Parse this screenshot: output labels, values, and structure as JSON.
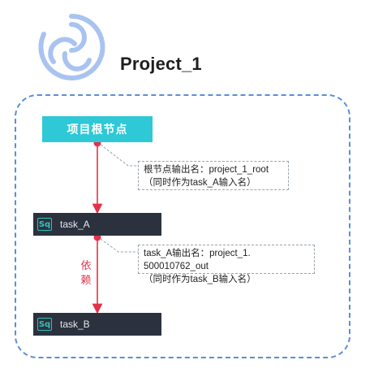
{
  "project": {
    "title": "Project_1"
  },
  "root_node": {
    "label": "项目根节点"
  },
  "tasks": [
    {
      "badge": "Sq",
      "label": "task_A"
    },
    {
      "badge": "Sq",
      "label": "task_B"
    }
  ],
  "notes": [
    {
      "line1": "根节点输出名：project_1_root",
      "line2": "（同时作为task_A输入名）"
    },
    {
      "line1": "task_A输出名：project_1. 500010762_out",
      "line2": "（同时作为task_B输入名）"
    }
  ],
  "dependency": {
    "char1": "依",
    "char2": "赖"
  },
  "icons": {
    "logo": "swirl-logo-icon",
    "task_badge": "sql-icon",
    "arrow": "arrow-down-icon"
  },
  "colors": {
    "root_node_bg": "#2ec8d6",
    "task_node_bg": "#2b323e",
    "dependency_red": "#e3324a",
    "container_border": "#5a8fd8",
    "logo_blue": "#a9c3f1"
  }
}
